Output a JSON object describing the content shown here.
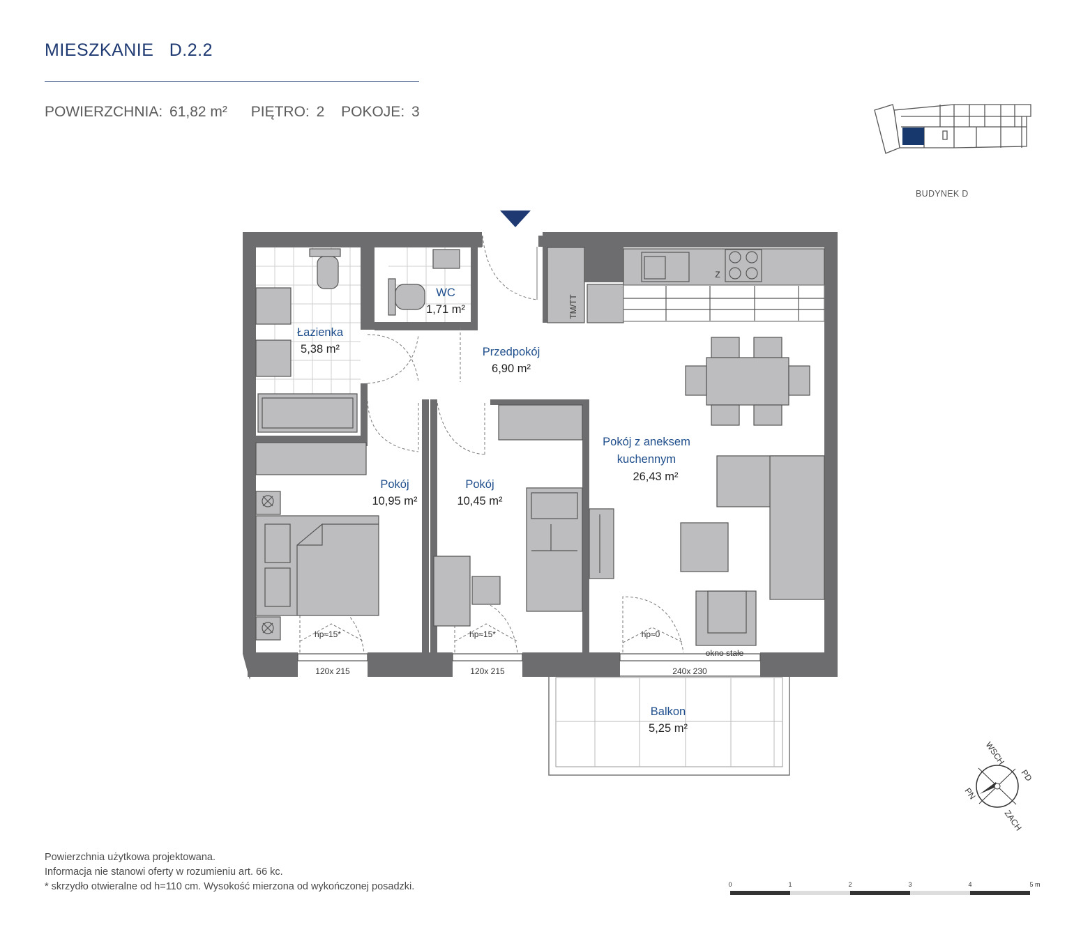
{
  "header": {
    "title": "MIESZKANIE   D.2.2",
    "area_label": "POWIERZCHNIA:",
    "area_value": "61,82 m²",
    "floor_label": "PIĘTRO:",
    "floor_value": "2",
    "rooms_label": "POKOJE:",
    "rooms_value": "3"
  },
  "key_plan": {
    "label": "BUDYNEK D",
    "highlight_color": "#17386d"
  },
  "rooms": {
    "lazienka": {
      "name": "Łazienka",
      "area": "5,38 m²"
    },
    "wc": {
      "name": "WC",
      "area": "1,71 m²"
    },
    "przedpokoj": {
      "name": "Przedpokój",
      "area": "6,90 m²"
    },
    "pokoj1": {
      "name": "Pokój",
      "area": "10,95 m²"
    },
    "pokoj2": {
      "name": "Pokój",
      "area": "10,45 m²"
    },
    "salon": {
      "name_line1": "Pokój z aneksem",
      "name_line2": "kuchennym",
      "area": "26,43 m²"
    },
    "balkon": {
      "name": "Balkon",
      "area": "5,25 m²"
    }
  },
  "plan_labels": {
    "tm": "TM/TT",
    "hp1": "hp≈15*",
    "hp2": "hp≈15*",
    "hp3": "hp≈0",
    "fixed_window": "okno stałe",
    "window1": "120x 215",
    "window2": "120x 215",
    "window3": "240x 230",
    "z": "Z"
  },
  "compass": {
    "n": "WSCH",
    "e": "PD",
    "s": "ZACH",
    "w": "PN"
  },
  "scale": {
    "labels": [
      "0",
      "1",
      "2",
      "3",
      "4",
      "5 m"
    ]
  },
  "notes": {
    "line1": "Powierzchnia użytkowa projektowana.",
    "line2": "Informacja nie stanowi oferty w rozumieniu art. 66 kc.",
    "line3": "* skrzydło otwieralne od h=110 cm. Wysokość mierzona od wykończonej posadzki."
  },
  "colors": {
    "brand": "#1f3a73",
    "wall": "#6d6d6f",
    "furniture": "#bdbdbf",
    "line": "#555"
  }
}
